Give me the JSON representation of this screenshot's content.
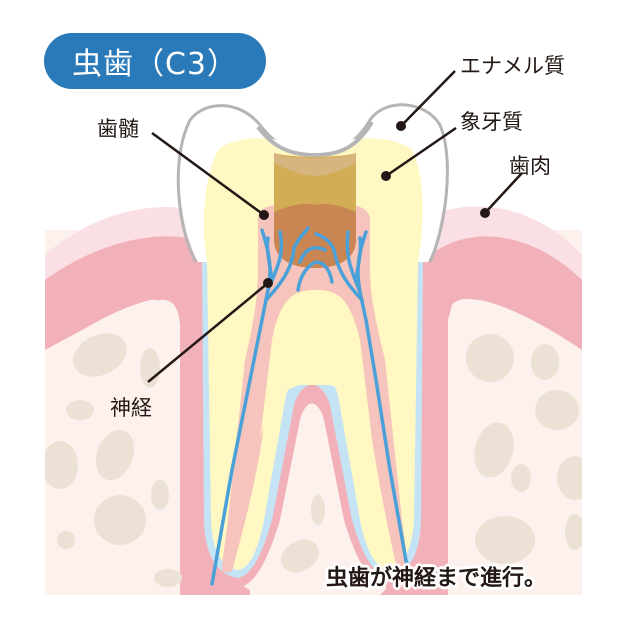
{
  "title": "虫歯（C3）",
  "labels": {
    "enamel": "エナメル質",
    "dentin": "象牙質",
    "gum": "歯肉",
    "pulp": "歯髄",
    "nerve": "神経"
  },
  "caption": "虫歯が神経まで進行。",
  "colors": {
    "title_bg": "#2a7ab9",
    "enamel_outline": "#b5b5b6",
    "dentin": "#fff8c2",
    "pulp": "#f6c3bd",
    "nerve": "#4aa0d8",
    "decay_enamel": "#d3ad56",
    "decay_deep": "#c98652",
    "gum_light": "#fae0e4",
    "gum": "#f2b1b9",
    "bone": "#fcf1ed",
    "bone_spots": "#ebe2d5",
    "cementum": "#c4e4f6",
    "leader_line": "#231815"
  }
}
